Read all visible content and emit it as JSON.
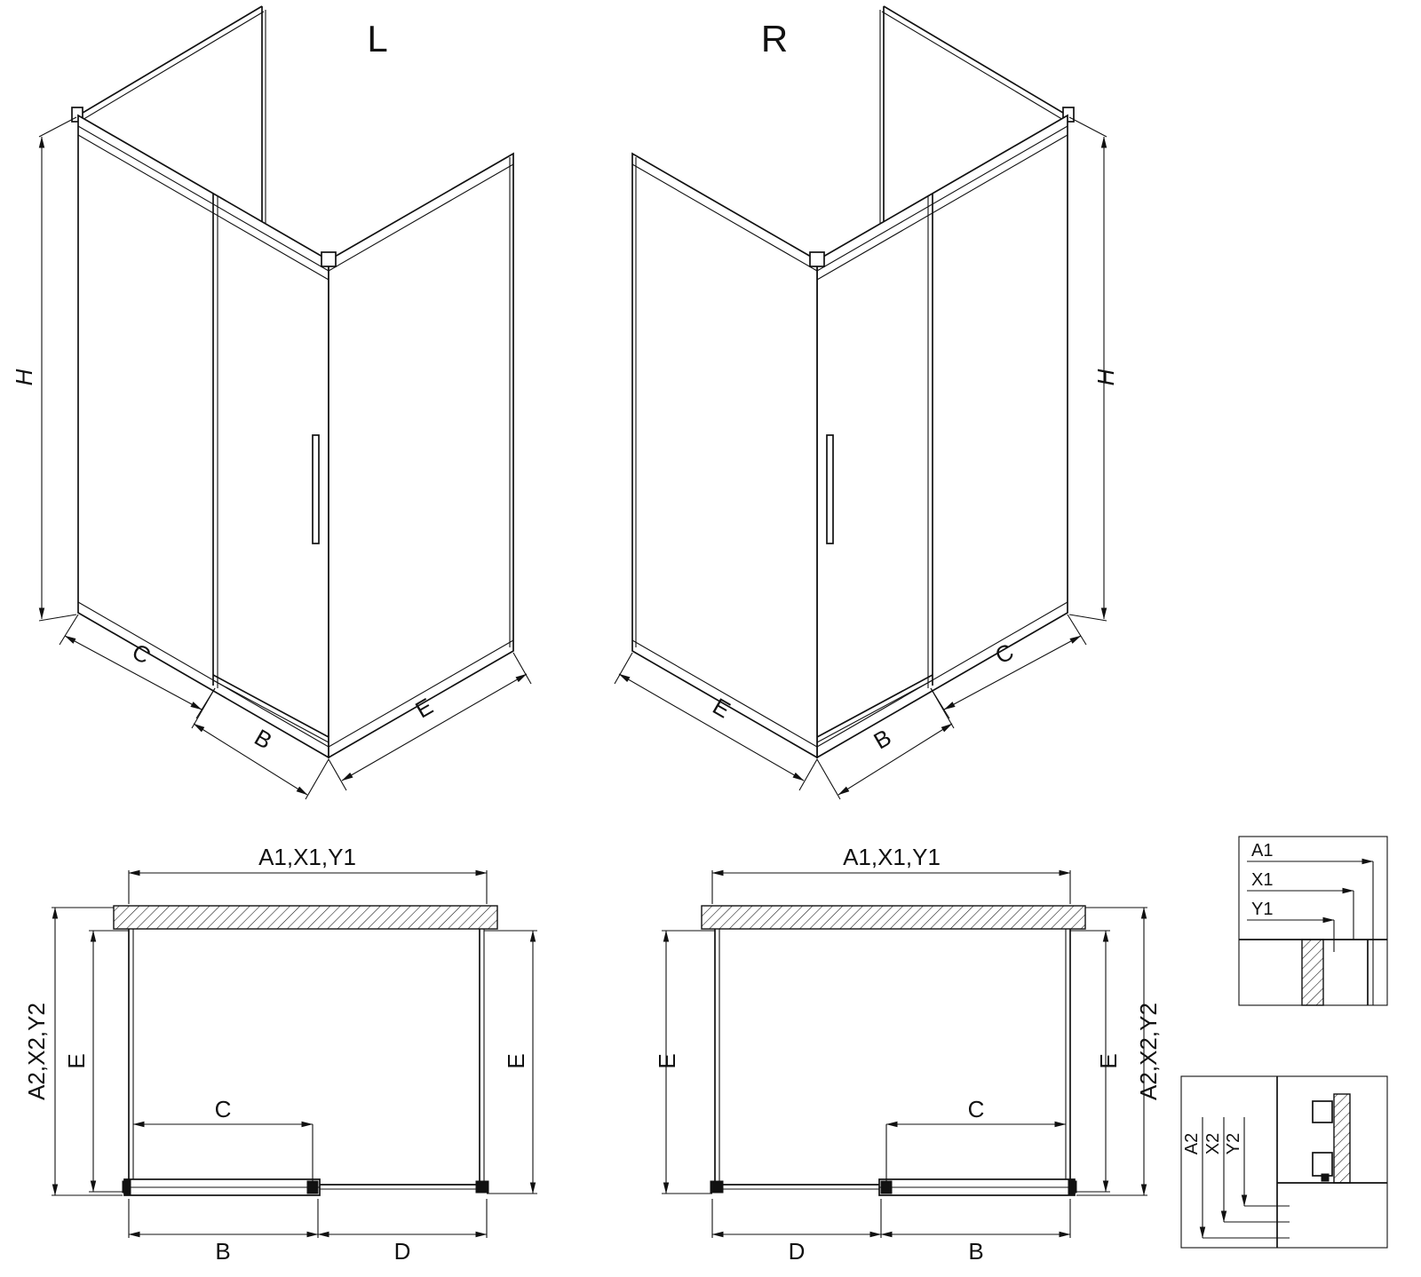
{
  "drawing": {
    "background": "#ffffff",
    "line_color": "#111111",
    "iso_left": {
      "label": "L",
      "dim_h": "H",
      "dim_c": "C",
      "dim_b": "B",
      "dim_e": "E"
    },
    "iso_right": {
      "label": "R",
      "dim_h": "H",
      "dim_c": "C",
      "dim_b": "B",
      "dim_e": "E"
    },
    "plan_left": {
      "dim_width": "A1,X1,Y1",
      "dim_depth": "A2,X2,Y2",
      "dim_e_left": "E",
      "dim_e_right": "E",
      "dim_c": "C",
      "dim_b": "B",
      "dim_d": "D"
    },
    "plan_right": {
      "dim_width": "A1,X1,Y1",
      "dim_depth": "A2,X2,Y2",
      "dim_e_left": "E",
      "dim_e_right": "E",
      "dim_c": "C",
      "dim_b": "B",
      "dim_d": "D"
    },
    "detail_top": {
      "dim_a1": "A1",
      "dim_x1": "X1",
      "dim_y1": "Y1"
    },
    "detail_bottom": {
      "dim_a2": "A2",
      "dim_x2": "X2",
      "dim_y2": "Y2"
    }
  }
}
